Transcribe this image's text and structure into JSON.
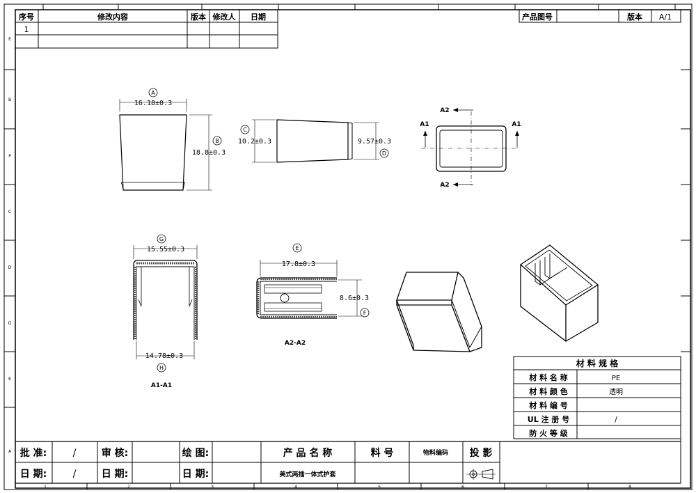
{
  "revision_table": {
    "headers": [
      "序号",
      "修改内容",
      "版本",
      "修改人",
      "日期"
    ],
    "rows": [
      [
        "1",
        "",
        "",
        "",
        ""
      ]
    ]
  },
  "top_right": {
    "drawing_no_label": "产品图号",
    "drawing_no_value": "",
    "version_label": "版本",
    "version_value": "A/1"
  },
  "frame_markers": {
    "left": [
      "E",
      "B",
      "P",
      "C",
      "D",
      "G",
      "E",
      "A"
    ],
    "bottom": [
      "1",
      "2",
      "3",
      "4",
      "5",
      "6",
      "7",
      "8"
    ]
  },
  "views": {
    "A": {
      "circle": "A",
      "dim": "16.18±0.3"
    },
    "B": {
      "circle": "B",
      "dim": "18.8±0.3"
    },
    "C": {
      "circle": "C",
      "dim": "10.2±0.3"
    },
    "D": {
      "circle": "D",
      "dim": "9.57±0.3"
    },
    "E": {
      "circle": "E",
      "dim": "17.8±0.3"
    },
    "F": {
      "circle": "F",
      "dim": "8.6±0.3"
    },
    "G": {
      "circle": "G",
      "dim": "15.55±0.3"
    },
    "H": {
      "circle": "H",
      "dim": "14.78±0.3"
    },
    "section_markers": {
      "a1": "A1",
      "a2": "A2"
    },
    "section_a1_caption": "A1-A1",
    "section_a2_caption": "A2-A2"
  },
  "material_spec": {
    "title": "材 料 规 格",
    "rows": [
      {
        "label": "材 料 名 称",
        "value": "PE"
      },
      {
        "label": "材 料 颜 色",
        "value": "透明"
      },
      {
        "label": "材 料 编 号",
        "value": ""
      },
      {
        "label": "UL 注 册 号",
        "value": "/"
      },
      {
        "label": "防 火 等 级",
        "value": ""
      }
    ]
  },
  "title_block": {
    "approve_label": "批 准:",
    "approve_value": "/",
    "review_label": "审 核:",
    "review_value": "",
    "draw_label": "绘 图:",
    "draw_value": "",
    "date1_label": "日 期:",
    "date1_value": "/",
    "date2_label": "日 期:",
    "date2_value": "",
    "date3_label": "日 期:",
    "date3_value": "",
    "product_name_label": "产 品 名 称",
    "product_name_value": "美式两插一体式护套",
    "part_no_label": "料 号",
    "part_no_value": "物料编码",
    "projection_label": "投 影"
  }
}
